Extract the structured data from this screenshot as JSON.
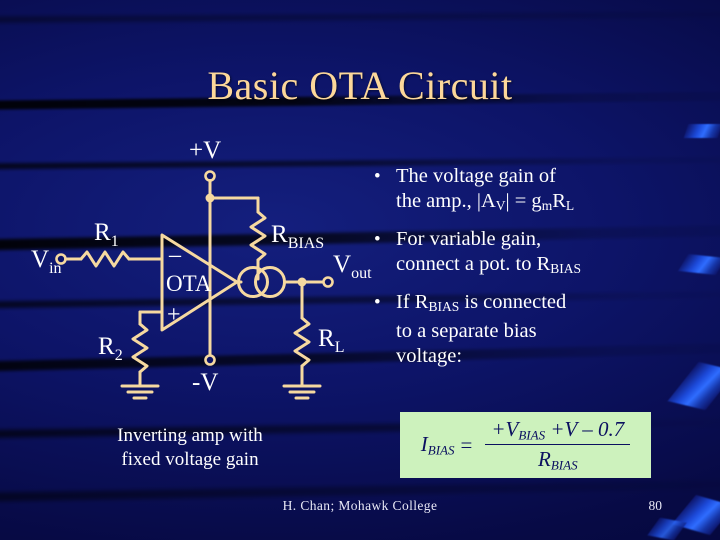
{
  "slide": {
    "title": "Basic OTA Circuit",
    "background_color": "#0a1057",
    "title_color": "#fcd79a"
  },
  "circuit": {
    "caption_line1": "Inverting amp with",
    "caption_line2": "fixed voltage gain",
    "wire_color": "#f6d9a0",
    "label_color": "#ffffff",
    "labels": {
      "supply_pos": "+V",
      "supply_neg": "-V",
      "input": "V",
      "input_sub": "in",
      "output": "V",
      "output_sub": "out",
      "r1": "R",
      "r1_sub": "1",
      "r2": "R",
      "r2_sub": "2",
      "rbias": "R",
      "rbias_sub": "BIAS",
      "rl": "R",
      "rl_sub": "L",
      "device": "OTA",
      "inverting_input": "–",
      "noninverting_input": "+"
    }
  },
  "bullets": [
    {
      "marker": "•",
      "line1": "The voltage gain of",
      "line2_parts": [
        "the amp., |A",
        "V",
        "| = g",
        "m",
        "R",
        "L"
      ]
    },
    {
      "marker": "•",
      "line1": "For variable gain,",
      "line2_parts": [
        "connect a pot. to R",
        "BIAS"
      ]
    },
    {
      "marker": "•",
      "line1_parts": [
        "If R",
        "BIAS",
        " is connected"
      ],
      "line2": "to a separate bias",
      "line3": "voltage:"
    }
  ],
  "equation": {
    "background_color": "#cdf2bd",
    "text_color": "#0b1060",
    "lhs": "I",
    "lhs_sub": "BIAS",
    "equals": "=",
    "numerator": "+V",
    "numerator_sub": "BIAS",
    "numerator_rest": " +V – 0.7",
    "denominator": "R",
    "denominator_sub": "BIAS"
  },
  "footer": {
    "author": "H.  Chan;  Mohawk  College",
    "page": "80"
  }
}
